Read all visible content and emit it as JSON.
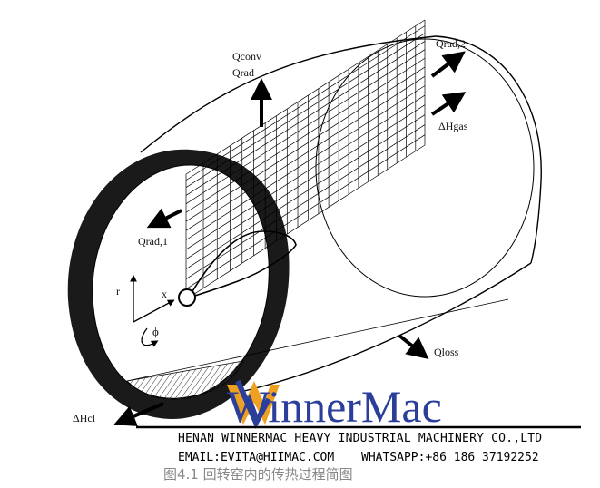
{
  "diagram": {
    "labels": {
      "q_conv": "Qconv",
      "q_rad": "Qrad",
      "q_rad2": "Qrad,2",
      "dh_gas": "ΔHgas",
      "q_rad1": "Qrad,1",
      "r_axis": "r",
      "x_axis": "x",
      "phi": "ϕ",
      "q_loss": "Qloss",
      "dh_cl": "ΔHcl"
    }
  },
  "watermark": {
    "logo": "WinnerMac",
    "company": "HENAN WINNERMAC HEAVY INDUSTRIAL MACHINERY CO.,LTD",
    "email": "EMAIL:EVITA@HIIMAC.COM",
    "whatsapp": "WHATSAPP:+86 186 37192252",
    "brand_blue": "#2b3f9a",
    "brand_orange": "#f0a020"
  },
  "caption": "图4.1  回转窑内的传热过程简图"
}
